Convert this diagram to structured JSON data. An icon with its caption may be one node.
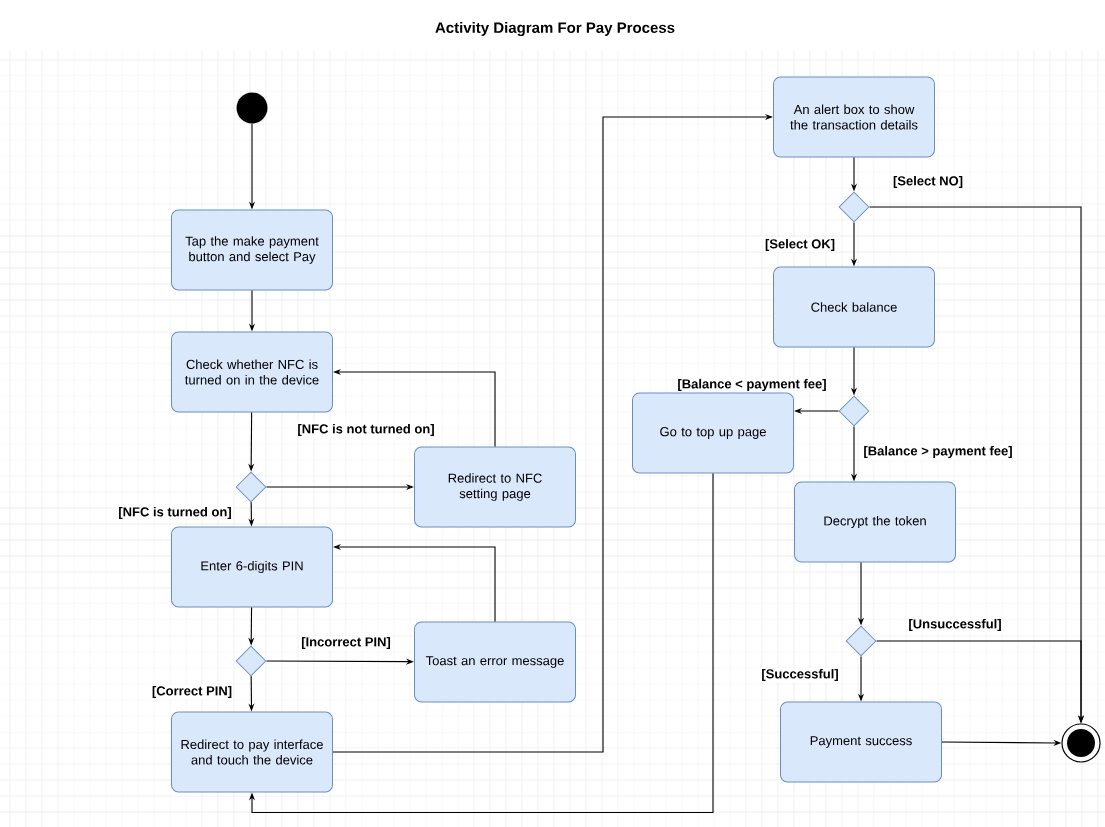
{
  "diagram": {
    "title": "Activity Diagram For Pay Process",
    "nodes": [
      {
        "text": [],
        "shape": "circle"
      },
      {
        "text": [
          "Tap the make payment button and select Pay"
        ]
      },
      {
        "text": [
          "Check whether NFC is turned on in the device"
        ]
      },
      {
        "text": [],
        "shape": "diamond"
      },
      {
        "text": [
          "Redirect to NFC setting page"
        ]
      },
      {
        "text": [
          "Enter 6-digits PIN"
        ]
      },
      {
        "text": [],
        "shape": "diamond"
      },
      {
        "text": [
          "Toast an error message"
        ]
      },
      {
        "text": [
          "Redirect to pay interface and touch the device"
        ]
      },
      {
        "text": [
          "An alert box to show the transaction details"
        ]
      },
      {
        "text": [],
        "shape": "diamond"
      },
      {
        "text": [
          "Check balance"
        ]
      },
      {
        "text": [],
        "shape": "diamond"
      },
      {
        "text": [
          "Go to top up page"
        ]
      },
      {
        "text": [
          "Decrypt the token"
        ]
      },
      {
        "text": [],
        "shape": "diamond"
      },
      {
        "text": [
          "Payment success"
        ]
      },
      {
        "text": [],
        "shape": "bullseye"
      }
    ],
    "edges": [
      {
        "from": 0,
        "to": 1,
        "arrow": "to"
      },
      {
        "from": 1,
        "to": 2,
        "arrow": "to"
      },
      {
        "from": 2,
        "to": 3,
        "arrow": "to"
      },
      {
        "from": 3,
        "to": 4,
        "arrow": "to",
        "label": "[NFC is not turned on]"
      },
      {
        "from": 4,
        "to": 2,
        "arrow": "to"
      },
      {
        "from": 3,
        "to": 5,
        "arrow": "to",
        "label": "[NFC is turned on]"
      },
      {
        "from": 5,
        "to": 6,
        "arrow": "to"
      },
      {
        "from": 6,
        "to": 7,
        "arrow": "to",
        "label": "[Incorrect PIN]"
      },
      {
        "from": 7,
        "to": 5,
        "arrow": "to"
      },
      {
        "from": 6,
        "to": 8,
        "arrow": "to",
        "label": "[Correct PIN]"
      },
      {
        "from": 8,
        "to": 9,
        "arrow": "to"
      },
      {
        "from": 9,
        "to": 10,
        "arrow": "to"
      },
      {
        "from": 10,
        "to": 17,
        "arrow": "to",
        "label": "[Select NO]"
      },
      {
        "from": 10,
        "to": 11,
        "arrow": "to",
        "label": "[Select OK]"
      },
      {
        "from": 11,
        "to": 12,
        "arrow": "to"
      },
      {
        "from": 12,
        "to": 13,
        "arrow": "to",
        "label": "[Balance < payment fee]"
      },
      {
        "from": 12,
        "to": 14,
        "arrow": "to",
        "label": "[Balance > payment fee]"
      },
      {
        "from": 13,
        "to": 8,
        "arrow": "to"
      },
      {
        "from": 14,
        "to": 15,
        "arrow": "to"
      },
      {
        "from": 15,
        "to": 17,
        "arrow": "to",
        "label": "[Unsuccessful]"
      },
      {
        "from": 15,
        "to": 16,
        "arrow": "to",
        "label": "[Successful]"
      },
      {
        "from": 16,
        "to": 17,
        "arrow": "to"
      }
    ]
  }
}
